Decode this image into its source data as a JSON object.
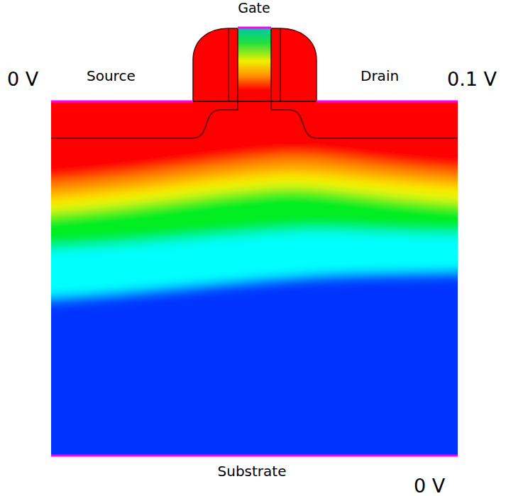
{
  "diagram": {
    "labels": [
      "Gate",
      "0 V",
      "Source",
      "Drain",
      "0.1 V",
      "Substrate",
      "0 V"
    ]
  }
}
